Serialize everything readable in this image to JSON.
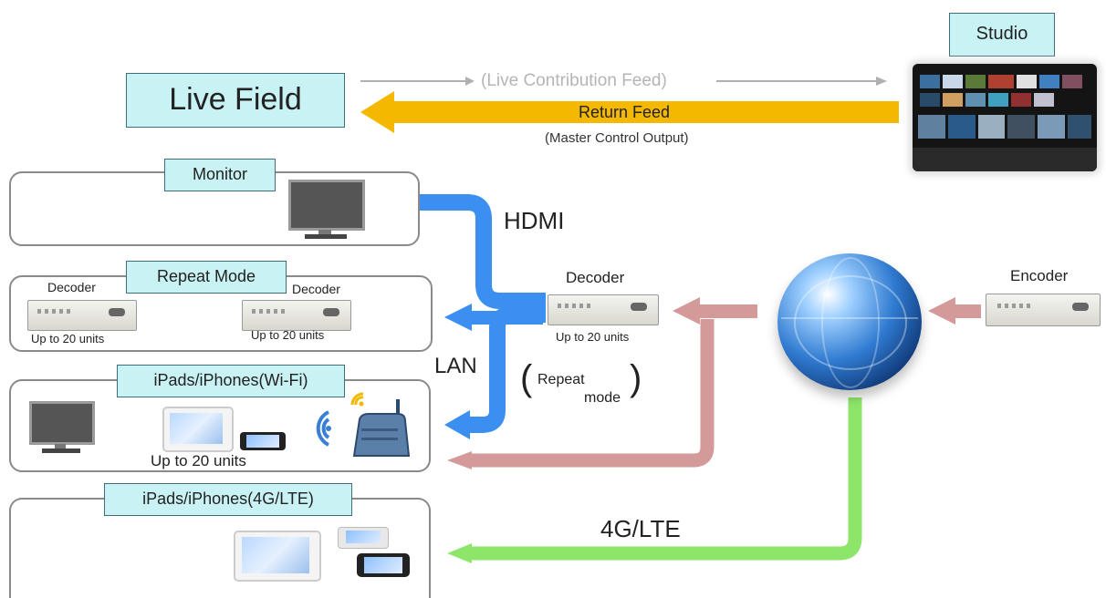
{
  "labels": {
    "live_field": "Live Field",
    "studio": "Studio",
    "live_contribution_feed": "(Live Contribution Feed)",
    "return_feed": "Return Feed",
    "master_control_output": "(Master Control Output)",
    "monitor": "Monitor",
    "hdmi": "HDMI",
    "repeat_mode": "Repeat Mode",
    "decoder": "Decoder",
    "encoder": "Encoder",
    "up_to_20_units": "Up to 20 units",
    "lan": "LAN",
    "repeat_paren_line1": "Repeat",
    "repeat_paren_line2": "mode",
    "ipads_wifi": "iPads/iPhones(Wi-Fi)",
    "ipads_lte": "iPads/iPhones(4G/LTE)",
    "lte_4g": "4G/LTE"
  },
  "colors": {
    "tag_fill": "#c9f2f4",
    "return_feed_arrow": "#f5b800",
    "hdmi_lan_arrow": "#3a8ff0",
    "internet_arrow": "#d49a9a",
    "lte_arrow": "#8de66a",
    "contribution_arrow": "#b0b0b0"
  },
  "icons": [
    "monitor-icon",
    "decoder-device-icon",
    "encoder-device-icon",
    "globe-icon",
    "studio-photo",
    "ipad-icon",
    "iphone-icon",
    "wifi-signal-icon",
    "wifi-router-icon"
  ]
}
